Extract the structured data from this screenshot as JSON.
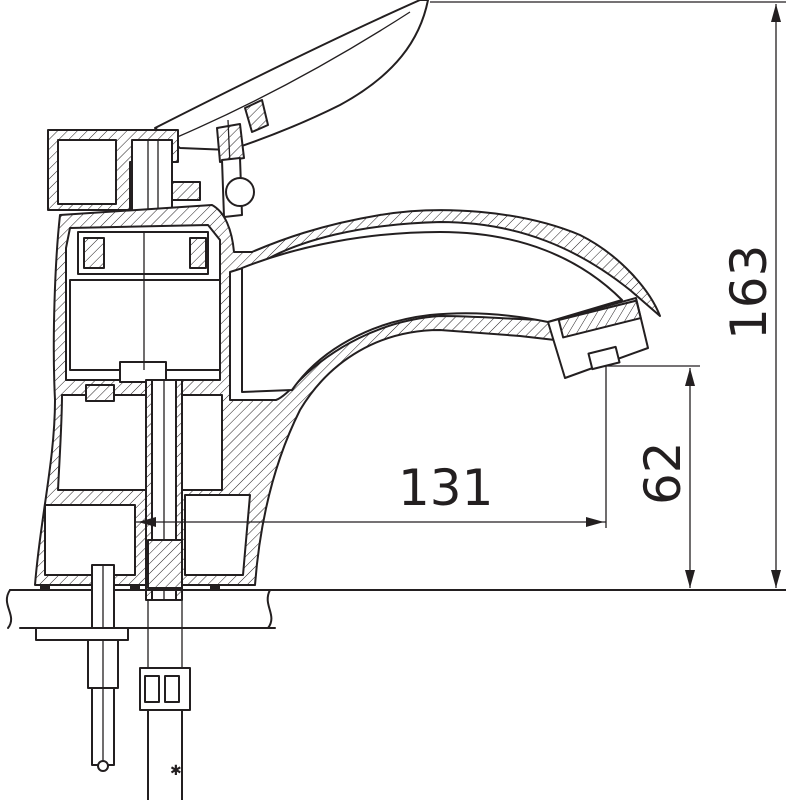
{
  "dimensions": {
    "total_height": "163",
    "spout_reach": "131",
    "spout_height": "62"
  },
  "colors": {
    "line": "#231f20",
    "background": "#ffffff"
  }
}
